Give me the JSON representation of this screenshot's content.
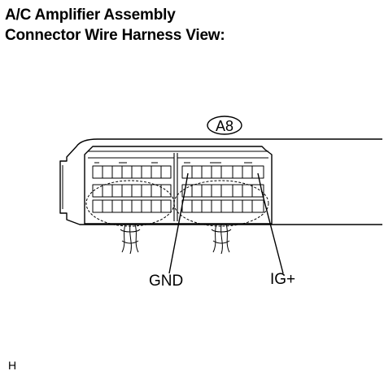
{
  "title": {
    "line1": "A/C Amplifier Assembly",
    "line2": "Connector Wire Harness View:"
  },
  "connector": {
    "id": "A8"
  },
  "terminals": {
    "gnd": "GND",
    "ig": "IG+"
  },
  "figure_code": "H"
}
